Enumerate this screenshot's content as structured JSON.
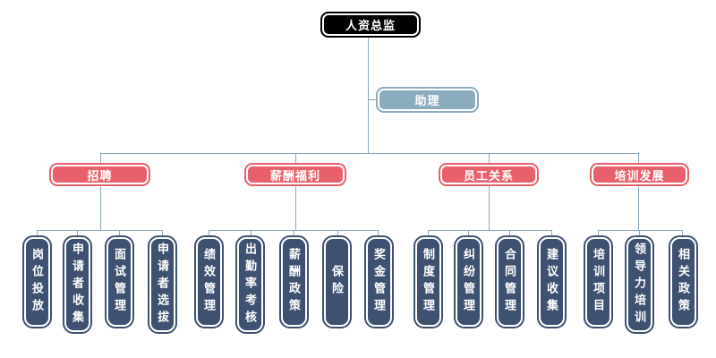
{
  "colors": {
    "root_fill": "#000000",
    "assistant_fill": "#8babbf",
    "dept_fill": "#e7606c",
    "leaf_fill": "#3e5170",
    "line": "#8ba9bd",
    "text": "#ffffff"
  },
  "org_chart": {
    "root": {
      "label": "人资总监"
    },
    "assistant": {
      "label": "助理"
    },
    "departments": [
      {
        "label": "招聘",
        "children": [
          {
            "label": "岗位投放"
          },
          {
            "label": "申请者收集"
          },
          {
            "label": "面试管理"
          },
          {
            "label": "申请者选拔"
          }
        ]
      },
      {
        "label": "薪酬福利",
        "children": [
          {
            "label": "绩效管理"
          },
          {
            "label": "出勤率考核"
          },
          {
            "label": "薪酬政策"
          },
          {
            "label": "保险"
          },
          {
            "label": "奖金管理"
          }
        ]
      },
      {
        "label": "员工关系",
        "children": [
          {
            "label": "制度管理"
          },
          {
            "label": "纠纷管理"
          },
          {
            "label": "合同管理"
          },
          {
            "label": "建议收集"
          }
        ]
      },
      {
        "label": "培训发展",
        "children": [
          {
            "label": "培训项目"
          },
          {
            "label": "领导力培训"
          },
          {
            "label": "相关政策"
          }
        ]
      }
    ]
  }
}
